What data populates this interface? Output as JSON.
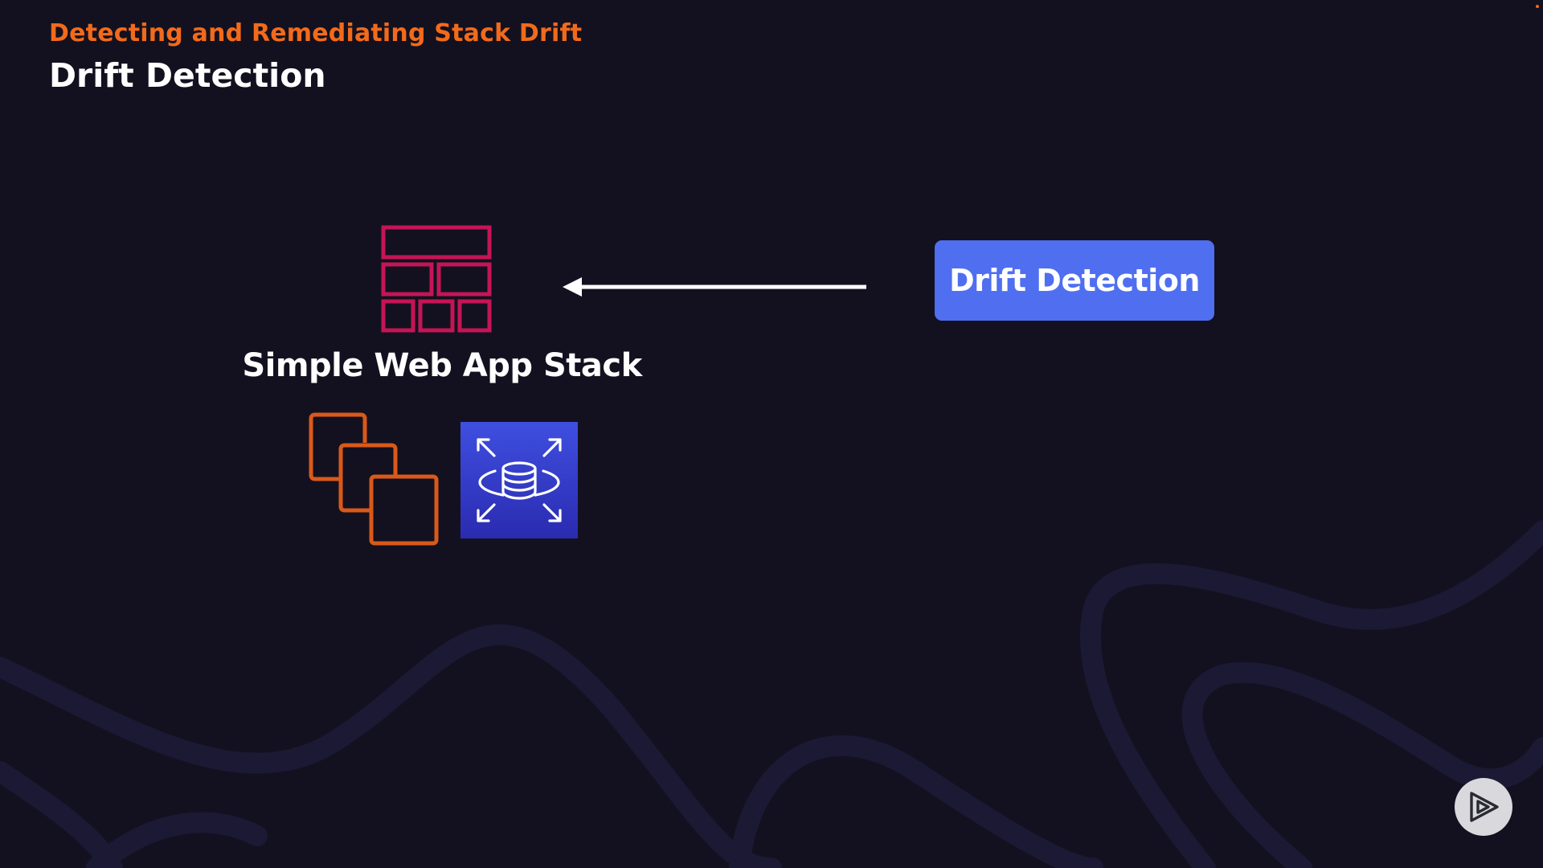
{
  "slide": {
    "kicker": "Detecting and Remediating Stack Drift",
    "title": "Drift Detection"
  },
  "diagram": {
    "stack_label": "Simple Web App Stack",
    "action_button_label": "Drift Detection",
    "icons": {
      "firewall": "firewall-icon",
      "ec2": "ec2-instances-icon",
      "rds": "rds-database-icon",
      "arrow": "arrow-left-icon"
    }
  },
  "player": {
    "icon": "play-logo-icon"
  },
  "colors": {
    "background": "#13111f",
    "kicker": "#f26a1b",
    "firewall": "#c41556",
    "ec2": "#d9591a",
    "rds": "#3f4fe0",
    "button": "#4f6ff0"
  }
}
